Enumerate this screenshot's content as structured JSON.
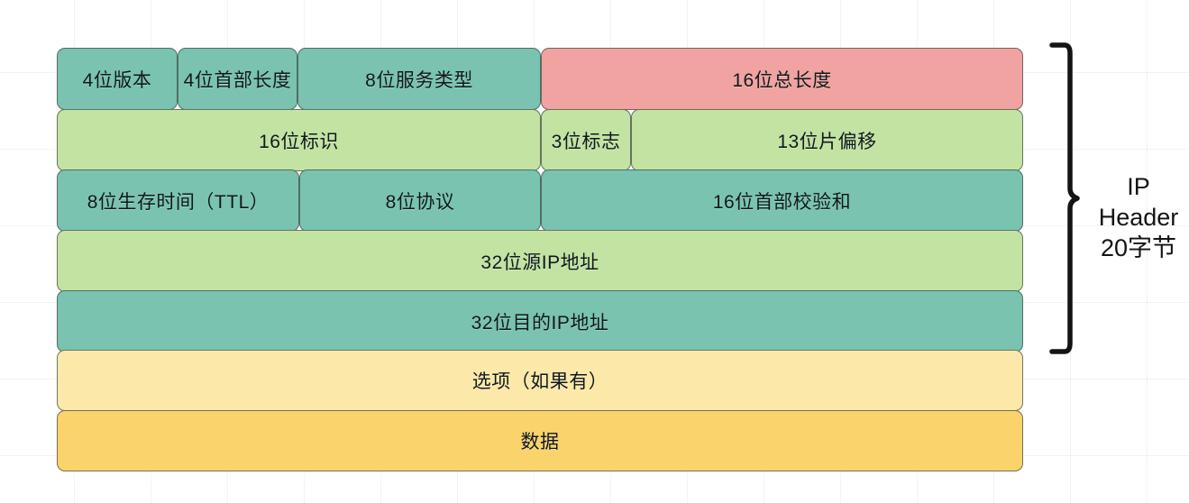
{
  "diagram": {
    "title_note": "IP\nHeader\n20字节",
    "colors": {
      "teal": "#79c3b0",
      "green": "#c2e3a2",
      "salmon": "#f0a3a0",
      "pale_yellow": "#fce8a8",
      "amber": "#fad36b",
      "border": "#46504b",
      "text": "#10181c"
    },
    "rows": [
      {
        "name": "row-1",
        "cells": [
          {
            "label": "4位版本",
            "color": "teal"
          },
          {
            "label": "4位首部长度",
            "color": "teal"
          },
          {
            "label": "8位服务类型",
            "color": "teal"
          },
          {
            "label": "16位总长度",
            "color": "salmon"
          }
        ]
      },
      {
        "name": "row-2",
        "cells": [
          {
            "label": "16位标识",
            "color": "green"
          },
          {
            "label": "3位标志",
            "color": "green"
          },
          {
            "label": "13位片偏移",
            "color": "green"
          }
        ]
      },
      {
        "name": "row-3",
        "cells": [
          {
            "label": "8位生存时间（TTL）",
            "color": "teal"
          },
          {
            "label": "8位协议",
            "color": "teal"
          },
          {
            "label": "16位首部校验和",
            "color": "teal"
          }
        ]
      },
      {
        "name": "row-4",
        "cells": [
          {
            "label": "32位源IP地址",
            "color": "green"
          }
        ]
      },
      {
        "name": "row-5",
        "cells": [
          {
            "label": "32位目的IP地址",
            "color": "teal"
          }
        ]
      },
      {
        "name": "row-6",
        "cells": [
          {
            "label": "选项（如果有）",
            "color": "pale_yellow"
          }
        ]
      },
      {
        "name": "row-7",
        "cells": [
          {
            "label": "数据",
            "color": "amber"
          }
        ]
      }
    ],
    "annotation": {
      "brace_icon": "curly-brace-right-icon",
      "lines": [
        "IP",
        "Header",
        "20字节"
      ],
      "spans_rows": 5
    }
  }
}
